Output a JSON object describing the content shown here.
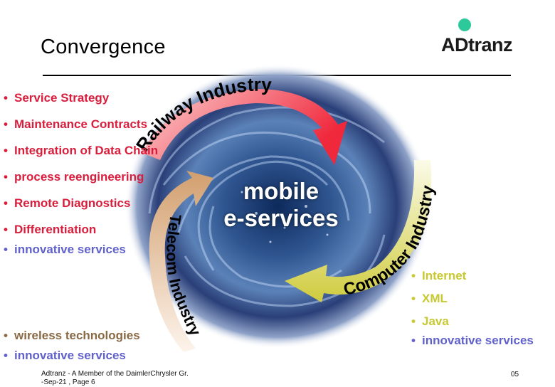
{
  "slide": {
    "title": "Convergence",
    "logo": {
      "text": "ADtranz",
      "dot_color": "#2ec99a"
    }
  },
  "center": {
    "line1": "mobile",
    "line2": "e-services"
  },
  "arrows": {
    "railway": {
      "label": "Railway Industry",
      "color": "#f0283c"
    },
    "computer": {
      "label": "Computer Industry",
      "color": "#d4d04a"
    },
    "telecom": {
      "label": "Telecom Industry",
      "color": "#d6a878"
    }
  },
  "railway_bullets": [
    {
      "text": "Service Strategy",
      "color": "#d81e3c"
    },
    {
      "text": "Maintenance Contracts",
      "color": "#d81e3c"
    },
    {
      "text": "Integration of Data Chain",
      "color": "#d81e3c"
    },
    {
      "text": "process reengineering",
      "color": "#d81e3c"
    },
    {
      "text": "Remote Diagnostics",
      "color": "#d81e3c"
    },
    {
      "text": "Differentiation",
      "color": "#d81e3c"
    },
    {
      "text": "innovative services",
      "color": "#6161cc"
    }
  ],
  "telecom_bullets": [
    {
      "text": "wireless technologies",
      "color": "#8a6a45"
    },
    {
      "text": "innovative services",
      "color": "#6161cc"
    }
  ],
  "computer_bullets": [
    {
      "text": "Internet",
      "color": "#c8c830"
    },
    {
      "text": "XML",
      "color": "#c8c830"
    },
    {
      "text": "Java",
      "color": "#c8c830"
    },
    {
      "text": "innovative services",
      "color": "#6161cc"
    }
  ],
  "footer": {
    "line1": "Adtranz - A Member of the DaimlerChrysler Gr.",
    "line2": "-Sep-21 , Page 6",
    "page_number": "05"
  }
}
